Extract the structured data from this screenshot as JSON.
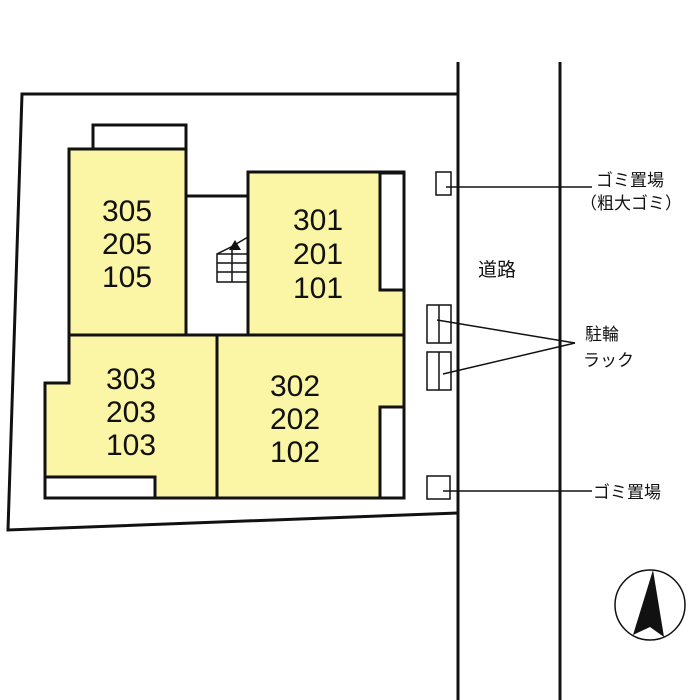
{
  "units": {
    "block_305": [
      "305",
      "205",
      "105"
    ],
    "block_301": [
      "301",
      "201",
      "101"
    ],
    "block_303": [
      "303",
      "203",
      "103"
    ],
    "block_302": [
      "302",
      "202",
      "102"
    ]
  },
  "labels": {
    "road": "道路",
    "garbage_top": "ゴミ置場",
    "garbage_top_note": "（粗大ゴミ）",
    "bike_rack_line1": "駐輪",
    "bike_rack_line2": "ラック",
    "garbage_bottom": "ゴミ置場"
  },
  "colors": {
    "unit_fill": "#fbf5a6"
  }
}
